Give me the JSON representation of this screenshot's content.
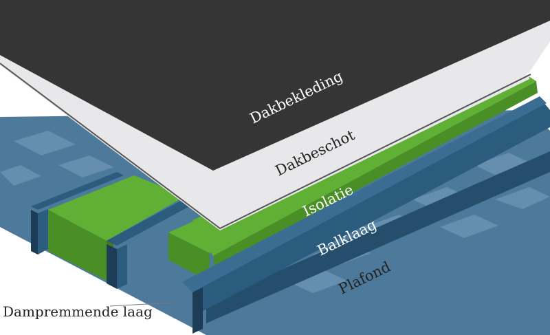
{
  "colors": {
    "roofing": "#353535",
    "roof_deck": "#e8e8ea",
    "insulation": "#5fb035",
    "insulation_side": "#4a8f26",
    "beam": "#2b5b7d",
    "beam_side": "#1c3d55",
    "ceiling": "#4d7a9b",
    "ceiling_light": "#6d96b5",
    "label_light": "#ffffff",
    "label_dark": "#222222"
  },
  "layers": {
    "roofing": "Dakbekleding",
    "roof_deck": "Dakbeschot",
    "insulation": "Isolatie",
    "beams": "Balklaag",
    "ceiling": "Plafond",
    "vapor_barrier": "Dampremmende laag"
  }
}
